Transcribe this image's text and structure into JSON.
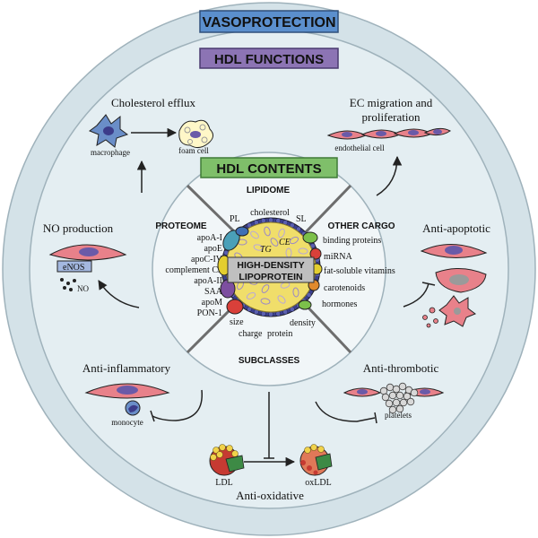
{
  "titles": {
    "outer": "VASOPROTECTION",
    "middle": "HDL FUNCTIONS",
    "inner": "HDL CONTENTS"
  },
  "functions": {
    "cholesterol_efflux": "Cholesterol efflux",
    "macrophage": "macrophage",
    "foam_cell": "foam cell",
    "ec_migration_1": "EC migration and",
    "ec_migration_2": "proliferation",
    "endothelial_cell": "endothelial cell",
    "no_production": "NO production",
    "enos": "eNOS",
    "no": "NO",
    "anti_apoptotic": "Anti-apoptotic",
    "anti_inflammatory": "Anti-inflammatory",
    "monocyte": "monocyte",
    "anti_thrombotic": "Anti-thrombotic",
    "platelets": "platelets",
    "anti_oxidative": "Anti-oxidative",
    "ldl": "LDL",
    "oxldl": "oxLDL"
  },
  "quadrants": {
    "lipidome": "LIPIDOME",
    "proteome": "PROTEOME",
    "other_cargo": "OTHER CARGO",
    "subclasses": "SUBCLASSES"
  },
  "lipidome_items": {
    "pl": "PL",
    "cholesterol": "cholesterol",
    "sl": "SL",
    "tg": "TG",
    "ce": "CE"
  },
  "proteome_items": [
    "apoA-I",
    "apoE",
    "apoC-IV",
    "complement C3",
    "apoA-II",
    "SAA",
    "apoM",
    "PON-1"
  ],
  "other_cargo_items": [
    "binding proteins",
    "miRNA",
    "fat-soluble vitamins",
    "carotenoids",
    "hormones"
  ],
  "subclass_items": {
    "size": "size",
    "charge": "charge",
    "protein": "protein",
    "density": "density"
  },
  "center": {
    "line1": "HIGH-DENSITY",
    "line2": "LIPOPROTEIN"
  },
  "colors": {
    "outer_ring": "#d4e2e8",
    "middle_ring": "#e4eef2",
    "inner_disk": "#f1f6f8",
    "title_outer_fill": "#5b8fcd",
    "title_middle_fill": "#8c74b4",
    "title_inner_fill": "#7fbf6a",
    "cell_fill": "#e8818a",
    "nucleus": "#6a5aa8"
  }
}
